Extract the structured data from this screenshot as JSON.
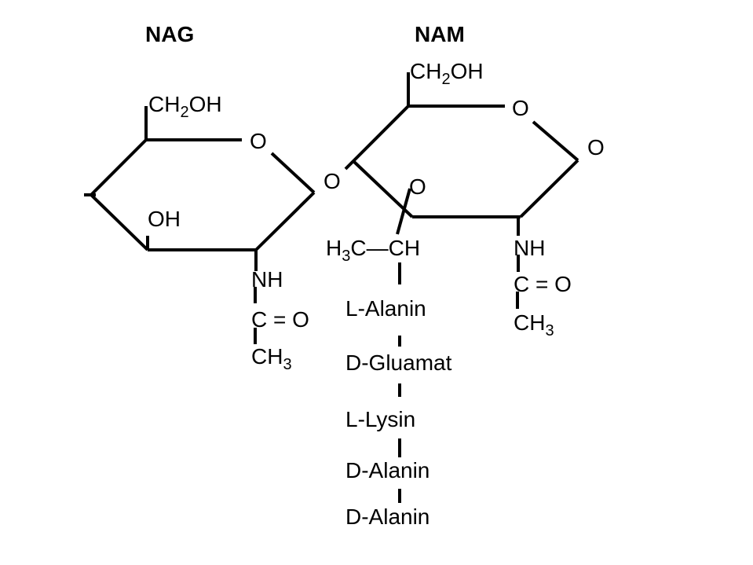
{
  "nag": {
    "name": "NAG",
    "ch2oh": {
      "a": "CH",
      "sub": "2",
      "b": "OH"
    },
    "ring_oxygen": "O",
    "oh": "OH",
    "nh": "NH",
    "carbonyl": "C = O",
    "methyl": {
      "a": "CH",
      "sub": "3"
    }
  },
  "glycosidic_oxygen": "O",
  "nam": {
    "name": "NAM",
    "ch2oh": {
      "a": "CH",
      "sub": "2",
      "b": "OH"
    },
    "ring_oxygen": "O",
    "anomeric_oxygen": "O",
    "ether_oxygen": "O",
    "lactyl": {
      "h": "H",
      "sub": "3",
      "c": "C",
      "dash": "—",
      "ch": "CH"
    },
    "nh": "NH",
    "carbonyl": "C = O",
    "methyl": {
      "a": "CH",
      "sub": "3"
    }
  },
  "peptide_chain": [
    "L-Alanin",
    "D-Gluamat",
    "L-Lysin",
    "D-Alanin",
    "D-Alanin"
  ]
}
